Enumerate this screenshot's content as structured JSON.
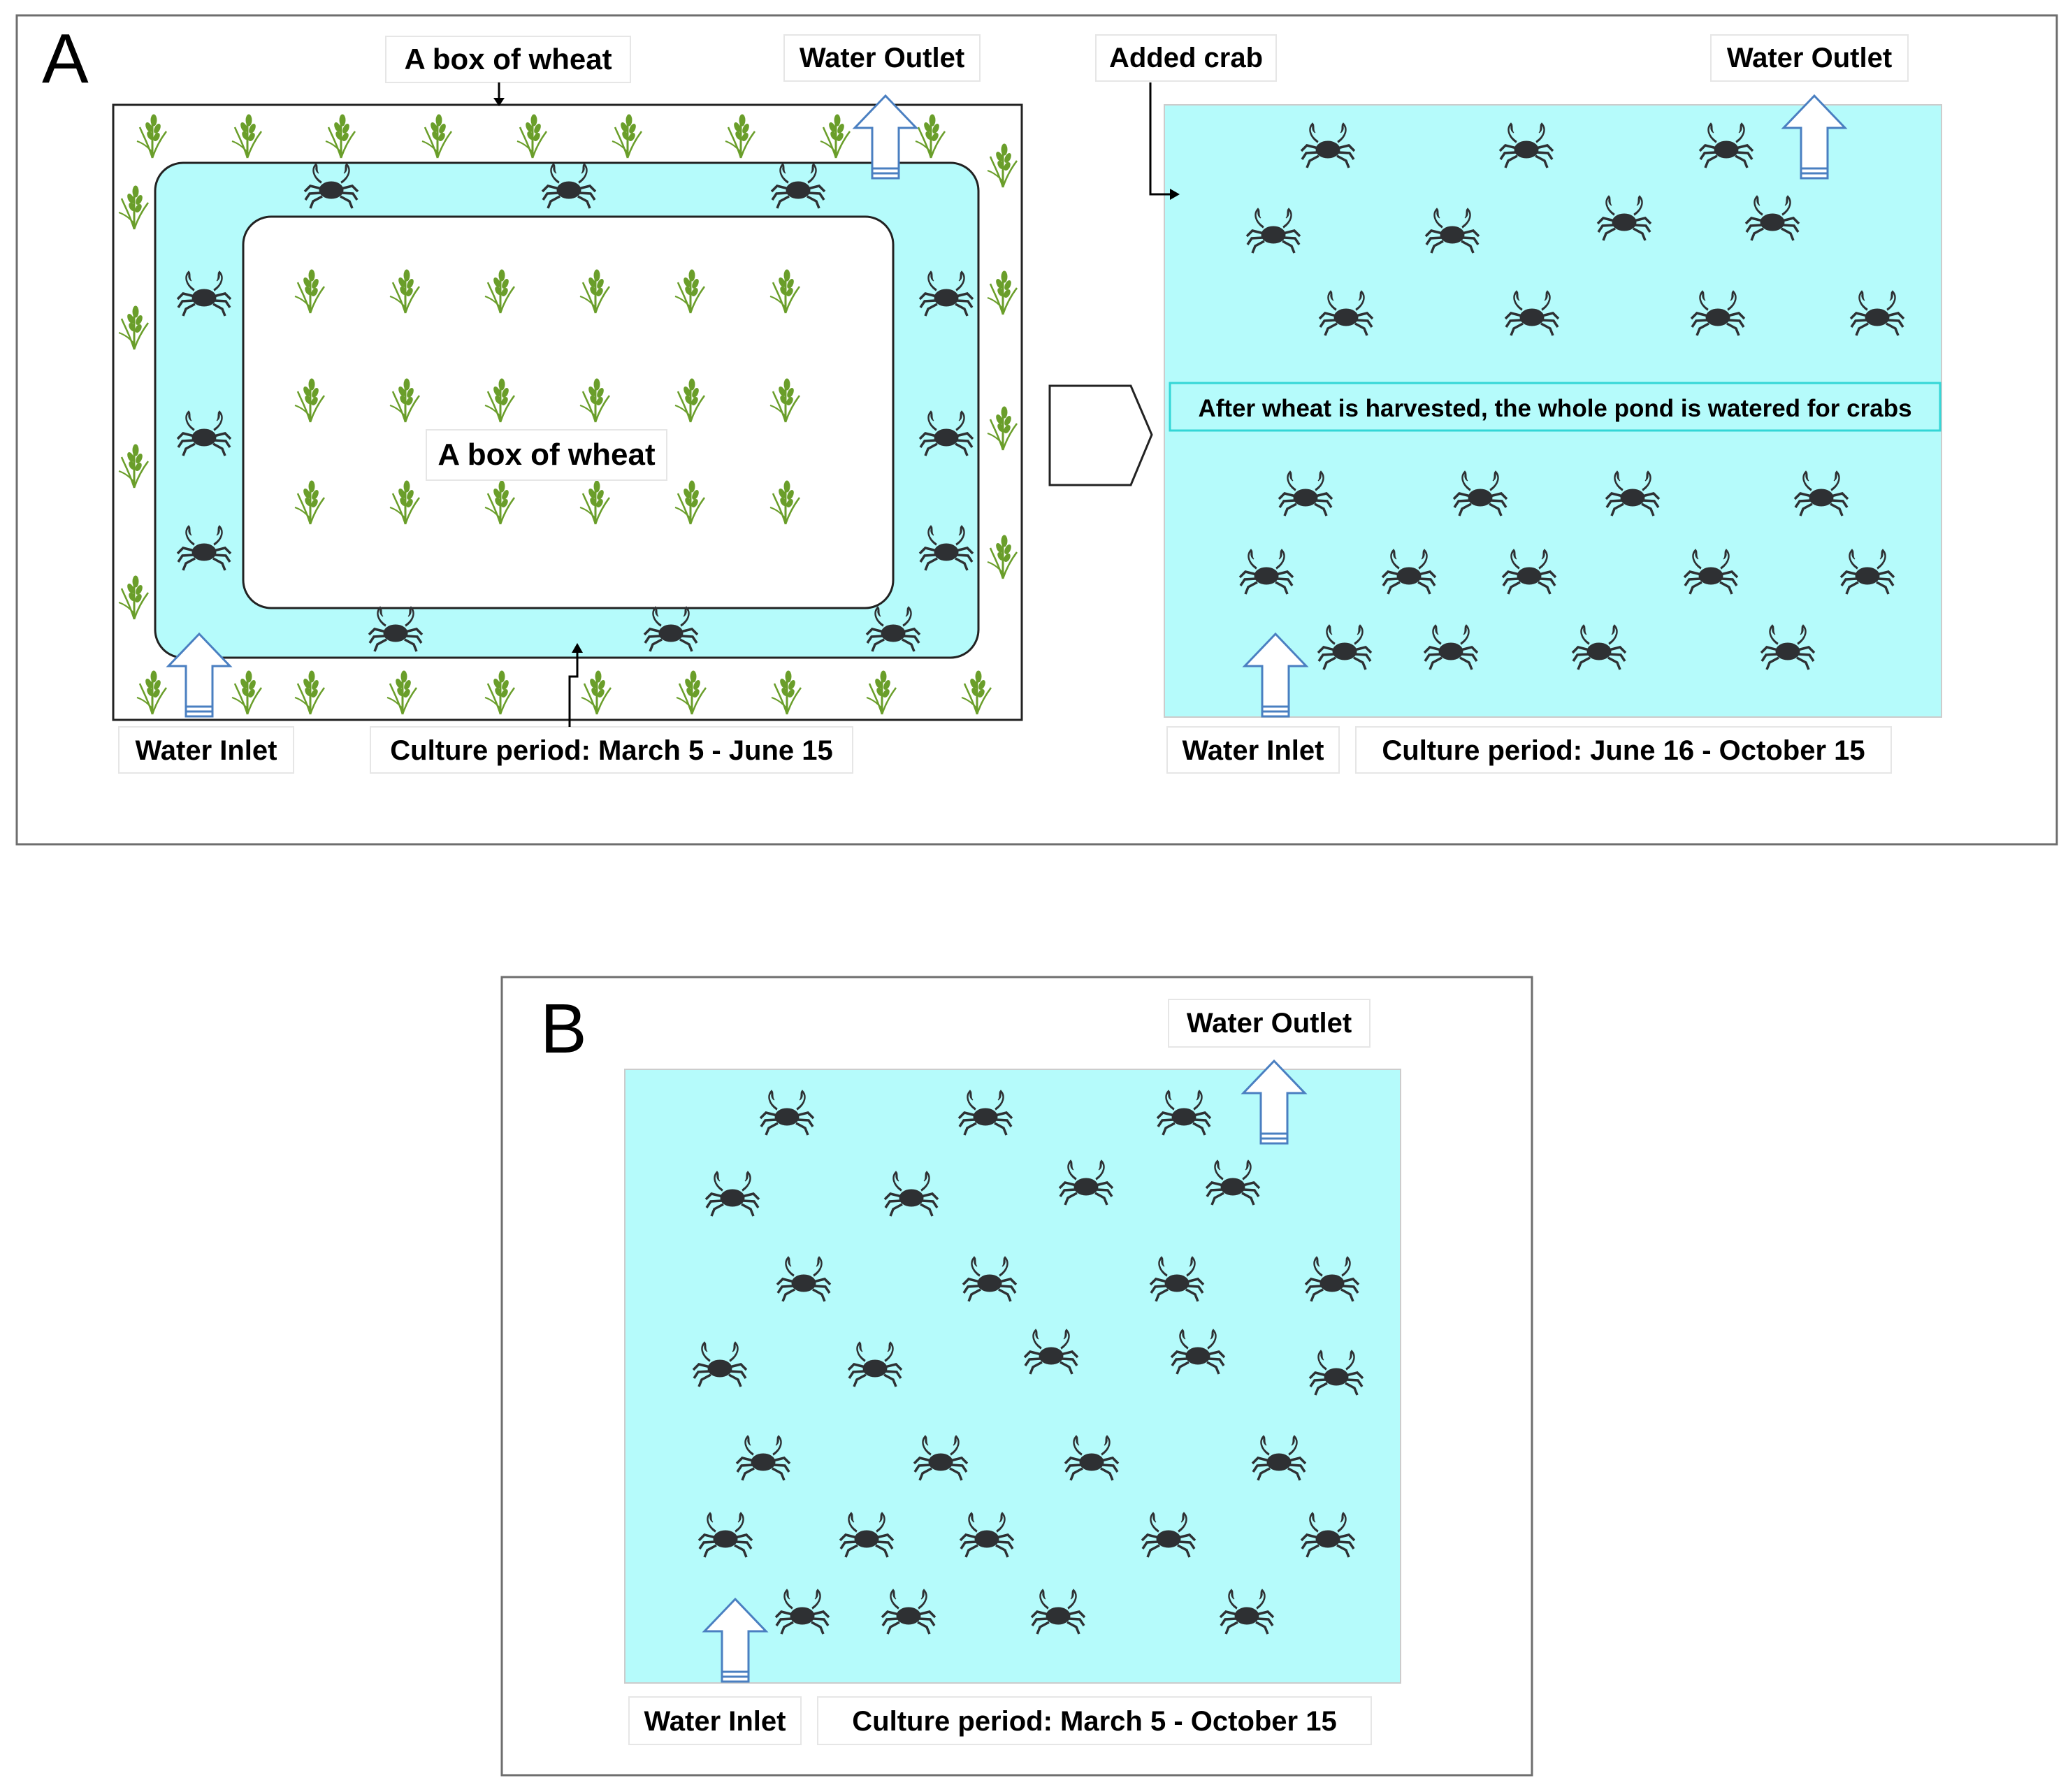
{
  "panel_a": {
    "letter": "A",
    "left": {
      "label_top_wheat": "A box of wheat",
      "label_center_wheat": "A box of wheat",
      "label_outlet": "Water Outlet",
      "label_inlet": "Water Inlet",
      "label_period": "Culture period: March 5 - June 15"
    },
    "right": {
      "label_added_crab": "Added crab",
      "label_outlet": "Water Outlet",
      "label_note": "After wheat is harvested, the whole pond is watered for crabs",
      "label_inlet": "Water Inlet",
      "label_period": "Culture period: June 16 - October 15"
    }
  },
  "panel_b": {
    "letter": "B",
    "label_outlet": "Water Outlet",
    "label_inlet": "Water Inlet",
    "label_period": "Culture period: March 5 - October 15"
  },
  "colors": {
    "water": "#b5fbfb",
    "crab": "#2e3033",
    "wheat_stem": "#6a9e2a",
    "wheat_grain": "#c8b34a",
    "arrow_outline": "#4a7fc1",
    "note_border": "#33d6d6",
    "frame": "#6e6e6e"
  },
  "icons": {
    "crab": "crab-icon",
    "wheat": "wheat-icon",
    "water_arrow": "up-arrow-icon",
    "transition": "pentagon-arrow-icon"
  }
}
